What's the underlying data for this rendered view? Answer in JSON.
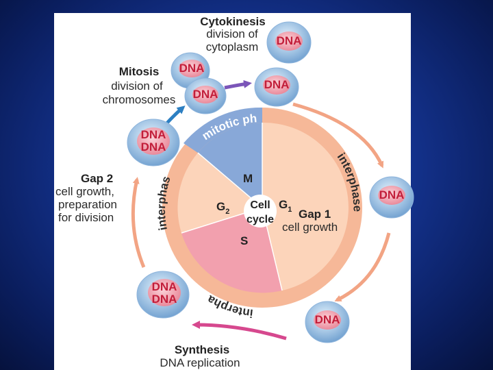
{
  "diagram": {
    "center": {
      "line1": "Cell",
      "line2": "cycle"
    },
    "phases": {
      "M": "M",
      "G2": {
        "letter": "G",
        "sub": "2"
      },
      "G1": {
        "letter": "G",
        "sub": "1"
      },
      "S": "S"
    },
    "ring_labels": {
      "mitotic": "mitotic ph",
      "interphase_right": "interphase",
      "interphase_left": "interphas",
      "interphase_bottom": "interpha"
    },
    "stages": {
      "cytokinesis": {
        "title": "Cytokinesis",
        "line1": "division of",
        "line2": "cytoplasm"
      },
      "mitosis": {
        "title": "Mitosis",
        "line1": "division of",
        "line2": "chromosomes"
      },
      "gap1": {
        "title": "Gap 1",
        "line1": "cell growth"
      },
      "gap2": {
        "title": "Gap 2",
        "line1": "cell growth,",
        "line2": "preparation",
        "line3": "for division"
      },
      "synthesis": {
        "title": "Synthesis",
        "line1": "DNA replication"
      }
    },
    "cell_label": "DNA",
    "colors": {
      "ring": "#f6b898",
      "mitotic_sector": "#88a8d8",
      "interphase_sector": "#fcd4ba",
      "synthesis_sector": "#f2a0ae",
      "arrow_salmon": "#f2a484",
      "arrow_blue": "#2c7fc2",
      "arrow_purple": "#7b55b8",
      "arrow_magenta": "#d6488e",
      "dna_text": "#c21e3a",
      "background": "#14338f"
    }
  }
}
